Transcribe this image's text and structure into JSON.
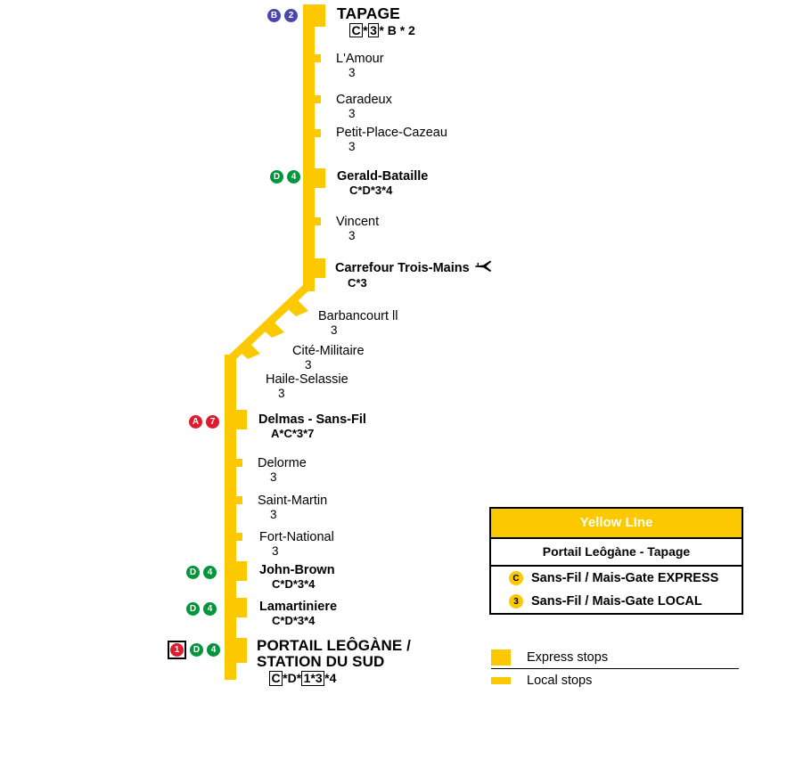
{
  "line": {
    "name": "Yellow LIne",
    "color": "#FCC900",
    "route": "Portail Leôgàne - Tapage"
  },
  "stations": [
    {
      "id": "tapage",
      "name": "TAPAGE",
      "kind": "terminus",
      "services": "C*3* B * 2",
      "service_parts": [
        {
          "text": "C",
          "boxed": true
        },
        {
          "text": "*",
          "boxed": false
        },
        {
          "text": "3",
          "boxed": true
        },
        {
          "text": "* B * 2",
          "boxed": false
        }
      ],
      "connections": [
        {
          "label": "B",
          "color": "purple"
        },
        {
          "label": "2",
          "color": "purple"
        }
      ],
      "airport": false
    },
    {
      "id": "lamour",
      "name": "L'Amour",
      "kind": "local",
      "services": "3",
      "service_parts": [
        {
          "text": "3",
          "boxed": false
        }
      ],
      "connections": [],
      "airport": false
    },
    {
      "id": "caradeux",
      "name": "Caradeux",
      "kind": "local",
      "services": "3",
      "service_parts": [
        {
          "text": "3",
          "boxed": false
        }
      ],
      "connections": [],
      "airport": false
    },
    {
      "id": "petit-place-cazeau",
      "name": "Petit-Place-Cazeau",
      "kind": "local",
      "services": "3",
      "service_parts": [
        {
          "text": "3",
          "boxed": false
        }
      ],
      "connections": [],
      "airport": false
    },
    {
      "id": "gerald-bataille",
      "name": "Gerald-Bataille",
      "kind": "express",
      "services": "C*D*3*4",
      "service_parts": [
        {
          "text": "C*D*3*4",
          "boxed": false
        }
      ],
      "connections": [
        {
          "label": "D",
          "color": "green"
        },
        {
          "label": "4",
          "color": "green"
        }
      ],
      "airport": false
    },
    {
      "id": "vincent",
      "name": "Vincent",
      "kind": "local",
      "services": "3",
      "service_parts": [
        {
          "text": "3",
          "boxed": false
        }
      ],
      "connections": [],
      "airport": false
    },
    {
      "id": "carrefour-trois-mains",
      "name": "Carrefour Trois-Mains",
      "kind": "express",
      "services": "C*3",
      "service_parts": [
        {
          "text": "C*3",
          "boxed": false
        }
      ],
      "connections": [],
      "airport": true
    },
    {
      "id": "barbancourt-ii",
      "name": "Barbancourt ll",
      "kind": "local",
      "services": "3",
      "service_parts": [
        {
          "text": "3",
          "boxed": false
        }
      ],
      "connections": [],
      "airport": false
    },
    {
      "id": "cite-militaire",
      "name": "Cité-Militaire",
      "kind": "local",
      "services": "3",
      "service_parts": [
        {
          "text": "3",
          "boxed": false
        }
      ],
      "connections": [],
      "airport": false
    },
    {
      "id": "haile-selassie",
      "name": "Haile-Selassie",
      "kind": "local",
      "services": "3",
      "service_parts": [
        {
          "text": "3",
          "boxed": false
        }
      ],
      "connections": [],
      "airport": false
    },
    {
      "id": "delmas-sans-fil",
      "name": "Delmas - Sans-Fil",
      "kind": "express",
      "services": "A*C*3*7",
      "service_parts": [
        {
          "text": "A*C*3*7",
          "boxed": false
        }
      ],
      "connections": [
        {
          "label": "A",
          "color": "red"
        },
        {
          "label": "7",
          "color": "red"
        }
      ],
      "airport": false
    },
    {
      "id": "delorme",
      "name": "Delorme",
      "kind": "local",
      "services": "3",
      "service_parts": [
        {
          "text": "3",
          "boxed": false
        }
      ],
      "connections": [],
      "airport": false
    },
    {
      "id": "saint-martin",
      "name": "Saint-Martin",
      "kind": "local",
      "services": "3",
      "service_parts": [
        {
          "text": "3",
          "boxed": false
        }
      ],
      "connections": [],
      "airport": false
    },
    {
      "id": "fort-national",
      "name": "Fort-National",
      "kind": "local",
      "services": "3",
      "service_parts": [
        {
          "text": "3",
          "boxed": false
        }
      ],
      "connections": [],
      "airport": false
    },
    {
      "id": "john-brown",
      "name": "John-Brown",
      "kind": "express",
      "services": "C*D*3*4",
      "service_parts": [
        {
          "text": "C*D*3*4",
          "boxed": false
        }
      ],
      "connections": [
        {
          "label": "D",
          "color": "green"
        },
        {
          "label": "4",
          "color": "green"
        }
      ],
      "airport": false
    },
    {
      "id": "lamartiniere",
      "name": "Lamartiniere",
      "kind": "express",
      "services": "C*D*3*4",
      "service_parts": [
        {
          "text": "C*D*3*4",
          "boxed": false
        }
      ],
      "connections": [
        {
          "label": "D",
          "color": "green"
        },
        {
          "label": "4",
          "color": "green"
        }
      ],
      "airport": false
    },
    {
      "id": "portail-leogane",
      "name": "PORTAIL LEÔGÀNE / STATION DU SUD",
      "name_line1": "PORTAIL LEÔGÀNE /",
      "name_line2": "STATION DU SUD",
      "kind": "terminus",
      "services": "C*D*1*3*4",
      "service_parts": [
        {
          "text": "C",
          "boxed": true
        },
        {
          "text": "*D*",
          "boxed": false
        },
        {
          "text": "1*3",
          "boxed": true
        },
        {
          "text": "*4",
          "boxed": false
        }
      ],
      "connections": [
        {
          "label": "1",
          "color": "red",
          "boxed": true
        },
        {
          "label": "D",
          "color": "green"
        },
        {
          "label": "4",
          "color": "green"
        }
      ],
      "airport": false
    }
  ],
  "legend": {
    "title": "Yellow LIne",
    "route": "Portail Leôgàne - Tapage",
    "services": [
      {
        "badge": "C",
        "label": "Sans-Fil / Mais-Gate EXPRESS"
      },
      {
        "badge": "3",
        "label": "Sans-Fil / Mais-Gate LOCAL"
      }
    ],
    "stop_types": [
      {
        "swatch": "express",
        "label": "Express stops"
      },
      {
        "swatch": "local",
        "label": "Local stops"
      }
    ]
  },
  "icons": {
    "airplane": "airplane-icon"
  }
}
